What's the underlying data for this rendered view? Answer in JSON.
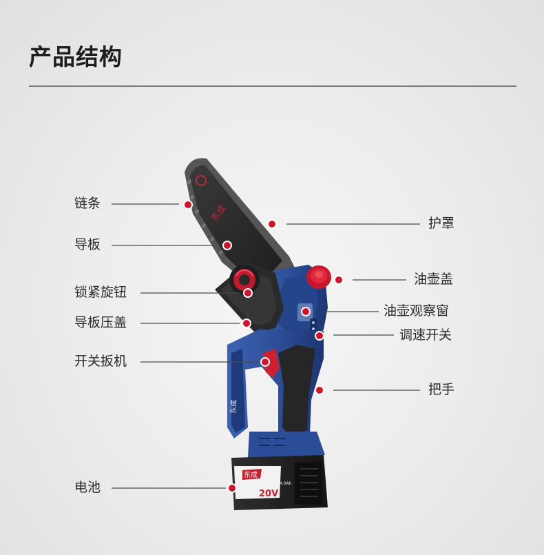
{
  "page": {
    "title": "产品结构"
  },
  "colors": {
    "accent": "#d2142a",
    "body_blue": "#2d4f99",
    "blade": "#2b2b2b"
  },
  "product": {
    "brand_mark": "东成",
    "battery_voltage": "20V",
    "battery_capacity": "4.0Ah"
  },
  "parts": [
    {
      "id": "chain",
      "label": "链条"
    },
    {
      "id": "guard",
      "label": "护罩"
    },
    {
      "id": "guide-bar",
      "label": "导板"
    },
    {
      "id": "oil-cap",
      "label": "油壶盖"
    },
    {
      "id": "lock-knob",
      "label": "锁紧旋钮"
    },
    {
      "id": "oil-window",
      "label": "油壶观察窗"
    },
    {
      "id": "bar-cover",
      "label": "导板压盖"
    },
    {
      "id": "speed-switch",
      "label": "调速开关"
    },
    {
      "id": "trigger",
      "label": "开关扳机"
    },
    {
      "id": "handle",
      "label": "把手"
    },
    {
      "id": "battery",
      "label": "电池"
    }
  ]
}
